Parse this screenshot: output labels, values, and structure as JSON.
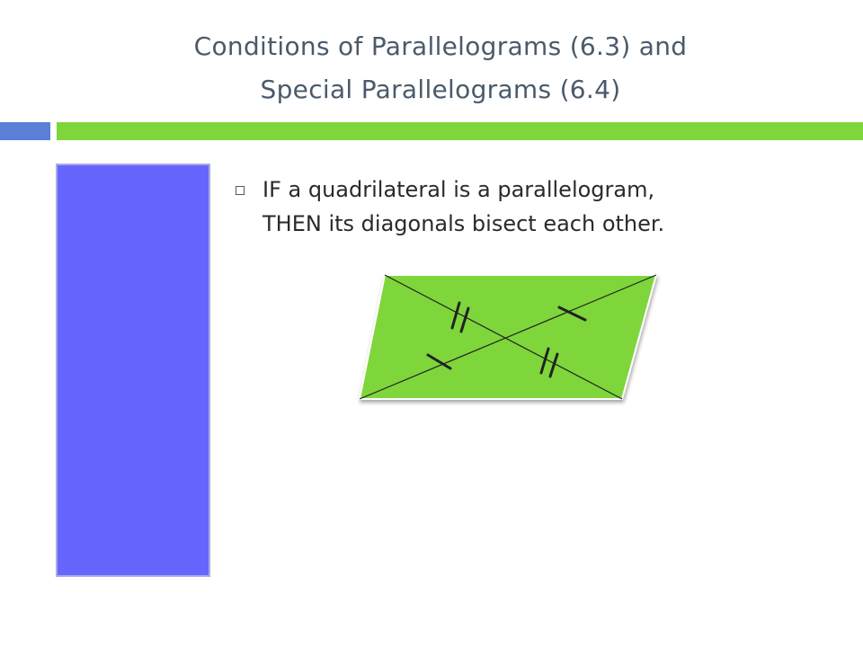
{
  "slide": {
    "title_lines": [
      "Conditions of Parallelograms (6.3) and",
      "Special Parallelograms (6.4)"
    ],
    "bullet": {
      "lines": [
        "IF a quadrilateral is a parallelogram,",
        "THEN its diagonals bisect each other."
      ]
    }
  },
  "colors": {
    "title_text": "#4a5a6b",
    "accent_blue": "#5b7fd6",
    "accent_green": "#7ed63a",
    "side_panel": "#6666ff",
    "parallelogram_fill": "#7ed63a"
  },
  "diagram": {
    "shape": "parallelogram",
    "diagonals": 2,
    "tick_marks": {
      "single_ticks": 2,
      "double_ticks": 2
    }
  }
}
